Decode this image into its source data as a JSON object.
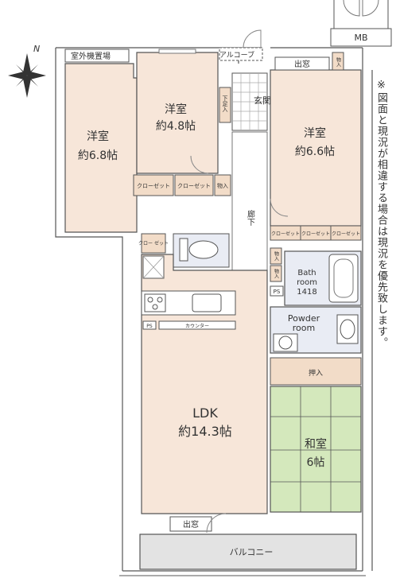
{
  "colors": {
    "room_fill": "#f7e6d9",
    "water_fill": "#e9ecf4",
    "tatami_fill": "#d4e8bc",
    "balcony_fill": "#e3e3e3",
    "hall_fill": "#ffffff",
    "wall": "#555555"
  },
  "icons": {
    "compass": "compass-rose-icon",
    "stove": "stove-icon",
    "sink": "sink-icon",
    "toilet": "toilet-icon",
    "bathtub": "bathtub-icon",
    "washbasin": "washbasin-icon",
    "washer": "washing-machine-icon"
  },
  "labels": {
    "outdoor_unit": "室外機置場",
    "alcove": "アルコーブ",
    "mb": "MB",
    "bay_window_top": "出窓",
    "storage_top": "物入",
    "genkan": "玄関",
    "shoe_box": "下足入",
    "room_left_name": "洋室",
    "room_left_size": "約6.8帖",
    "room_mid_name": "洋室",
    "room_mid_size": "約4.8帖",
    "room_right_name": "洋室",
    "room_right_size": "約6.6帖",
    "closet": "クローゼット",
    "storage": "物入",
    "corridor": "廊下",
    "closet_small": "クロー ゼット",
    "bath_room": "Bath room",
    "bath_size": "1418",
    "ps": "PS",
    "powder_room": "Powder room",
    "counter": "カウンター",
    "oshiire": "押入",
    "ldk_name": "LDK",
    "ldk_size": "約14.3帖",
    "washitsu_name": "和室",
    "washitsu_size": "6帖",
    "bay_window_bottom": "出窓",
    "balcony": "バルコニー",
    "note": "※図面と現況が相違する場合は現況を優先致します。"
  }
}
